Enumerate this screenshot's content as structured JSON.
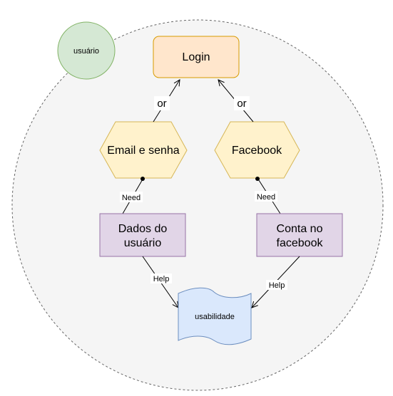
{
  "diagram": {
    "actor": {
      "label": "usuário",
      "fill": "#d5e8d4",
      "stroke": "#82b366"
    },
    "goal": {
      "label": "Login",
      "fill": "#ffe6cc",
      "stroke": "#d79b00"
    },
    "tasks": [
      {
        "label": "Email e senha",
        "fill": "#fff2cc",
        "stroke": "#d6b656"
      },
      {
        "label": "Facebook",
        "fill": "#fff2cc",
        "stroke": "#d6b656"
      }
    ],
    "resources": [
      {
        "label_lines": [
          "Dados do",
          "usuário"
        ],
        "fill": "#e1d5e7",
        "stroke": "#9673a6"
      },
      {
        "label_lines": [
          "Conta no",
          "facebook"
        ],
        "fill": "#e1d5e7",
        "stroke": "#9673a6"
      }
    ],
    "softgoal": {
      "label": "usabilidade",
      "fill": "#dae8fc",
      "stroke": "#6c8ebf"
    },
    "edges": {
      "or_left": "or",
      "or_right": "or",
      "need_left": "Need",
      "need_right": "Need",
      "help_left": "Help",
      "help_right": "Help"
    }
  }
}
